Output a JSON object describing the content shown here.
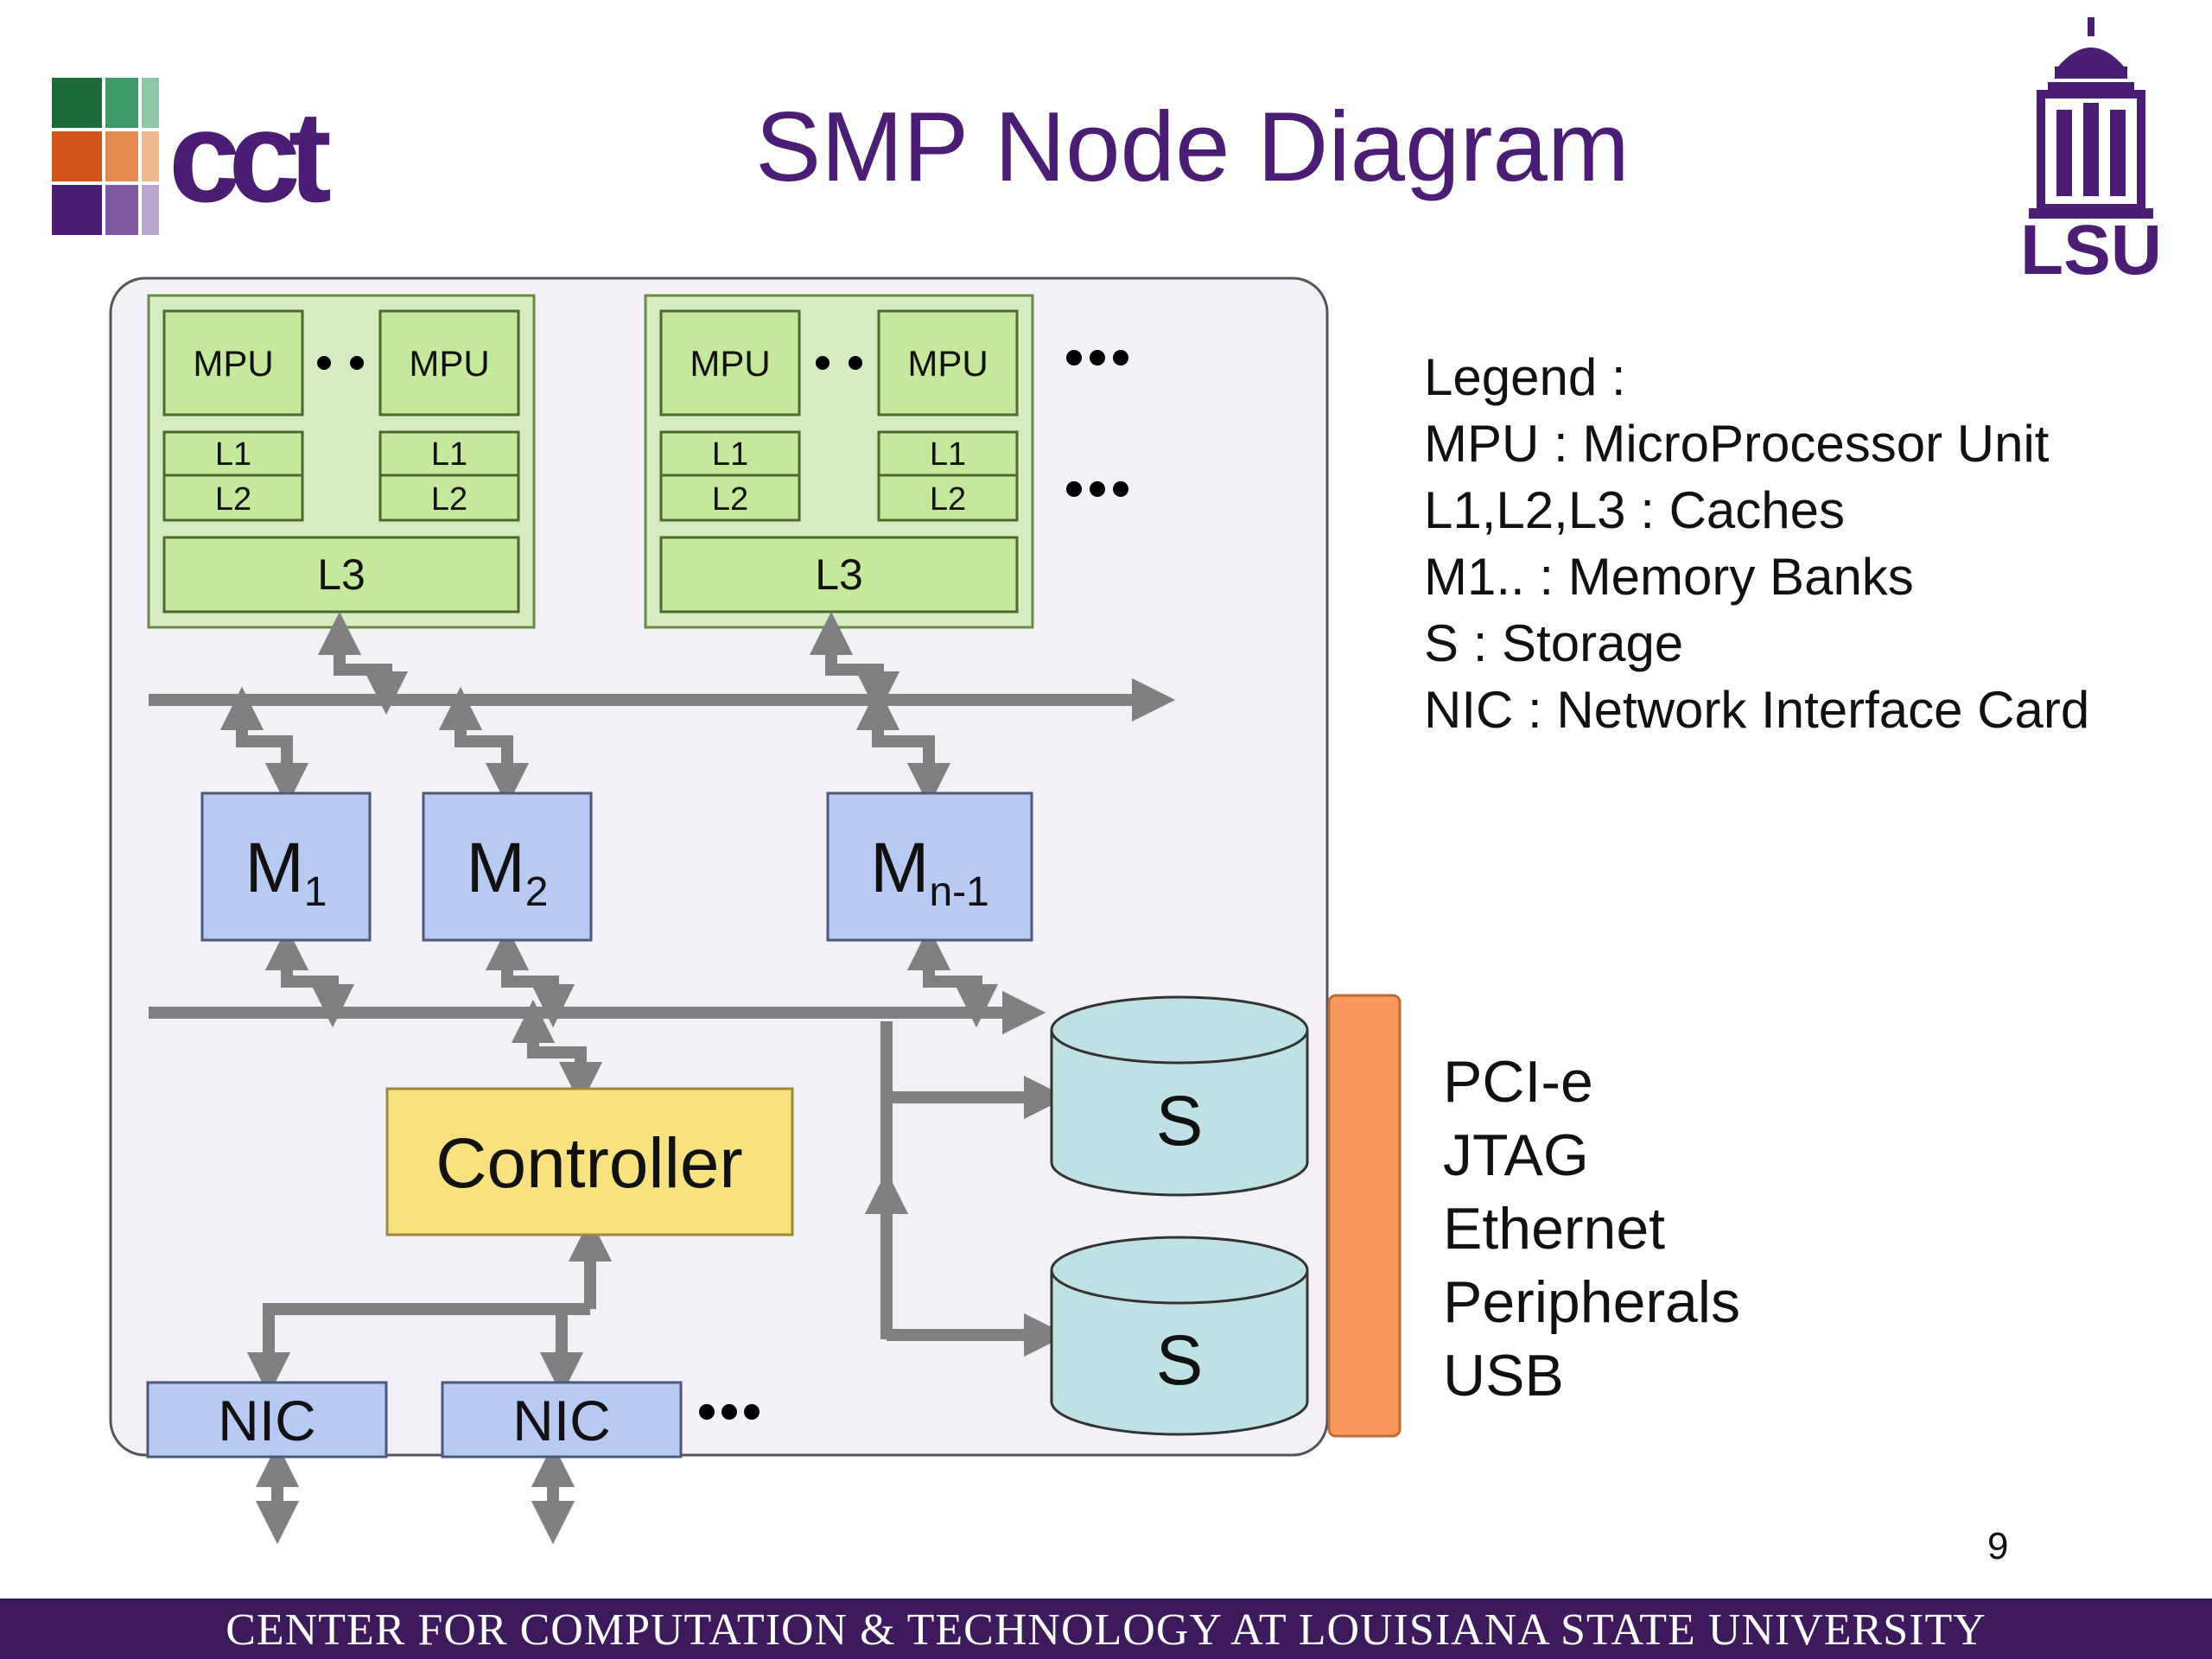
{
  "slide": {
    "title": "SMP Node Diagram",
    "page_number": "9",
    "footer": "CENTER FOR COMPUTATION & TECHNOLOGY AT LOUISIANA STATE UNIVERSITY"
  },
  "logos": {
    "left": {
      "text": "cct"
    },
    "right": {
      "text": "LSU"
    }
  },
  "diagram": {
    "processors": [
      {
        "mpu": [
          "MPU",
          "MPU"
        ],
        "l1": [
          "L1",
          "L1"
        ],
        "l2": [
          "L2",
          "L2"
        ],
        "l3": "L3"
      },
      {
        "mpu": [
          "MPU",
          "MPU"
        ],
        "l1": [
          "L1",
          "L1"
        ],
        "l2": [
          "L2",
          "L2"
        ],
        "l3": "L3"
      }
    ],
    "memory": [
      {
        "label": "M",
        "sub": "1"
      },
      {
        "label": "M",
        "sub": "2"
      },
      {
        "label": "M",
        "sub": "n-1"
      }
    ],
    "controller": "Controller",
    "nics": [
      "NIC",
      "NIC"
    ],
    "storage": [
      "S",
      "S"
    ]
  },
  "legend": [
    "Legend :",
    "MPU : MicroProcessor Unit",
    "L1,L2,L3 : Caches",
    "M1.. : Memory Banks",
    "S : Storage",
    "NIC : Network Interface Card"
  ],
  "bus_labels": [
    "PCI-e",
    "JTAG",
    "Ethernet",
    "Peripherals",
    "USB"
  ],
  "colors": {
    "title": "#4b1d74",
    "footer_bar": "#3d1a5b",
    "node_background": "#f4f0f8",
    "processor_block": "#d5ebc1",
    "cache_box": "#c5e99a",
    "memory_box": "#b6caf2",
    "controller_box": "#f8e27e",
    "storage": "#bfe1e3",
    "bus_bar": "#f8985c",
    "arrow": "#808080"
  }
}
